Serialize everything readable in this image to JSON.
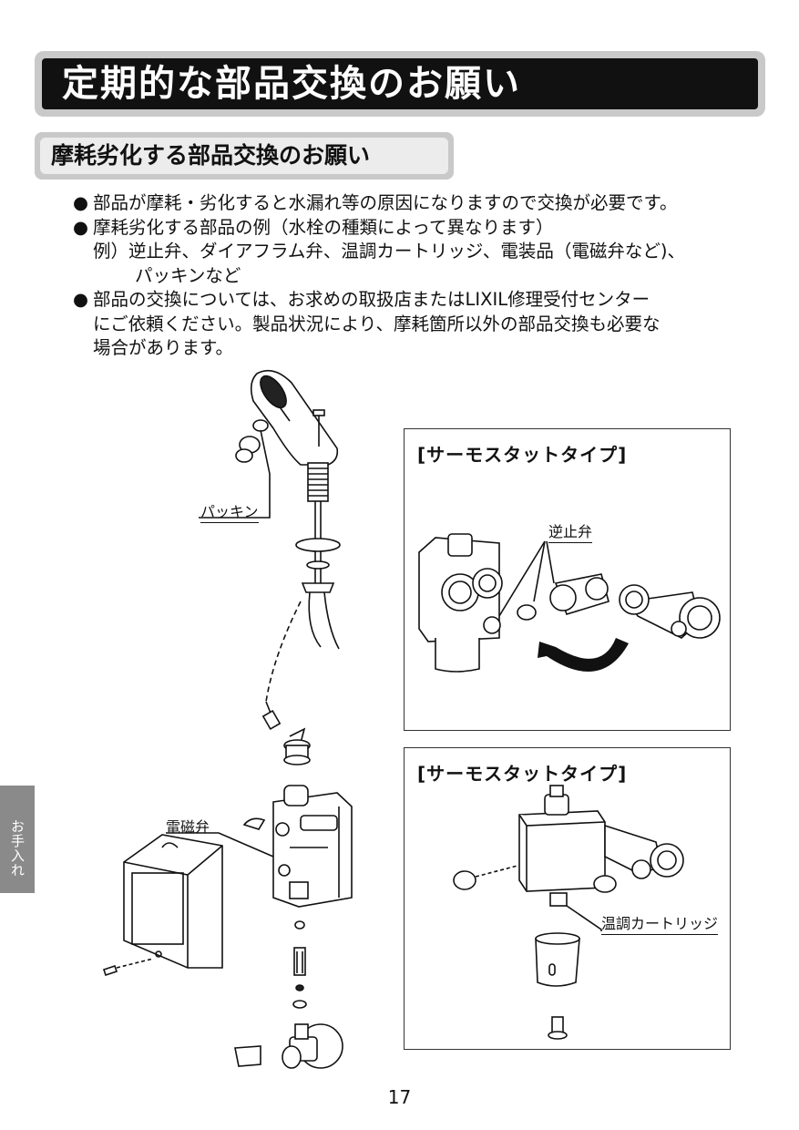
{
  "title": "定期的な部品交換のお願い",
  "subtitle": "摩耗劣化する部品交換のお願い",
  "paragraphs": {
    "p1": "部品が摩耗・劣化すると水漏れ等の原因になりますので交換が必要です。",
    "p2": "摩耗劣化する部品の例（水栓の種類によって異なります）",
    "p2_example_line1": "例）逆止弁、ダイアフラム弁、温調カートリッジ、電装品（電磁弁など)、",
    "p2_example_line2": "パッキンなど",
    "p3_line1": "部品の交換については、お求めの取扱店またはLIXIL修理受付センター",
    "p3_line2": "にご依頼ください。製品状況により、摩耗箇所以外の部品交換も必要な",
    "p3_line3": "場合があります。",
    "bullet": "●"
  },
  "side_tab": "お手入れ",
  "labels": {
    "packing": "パッキン",
    "solenoid_valve": "電磁弁",
    "check_valve": "逆止弁",
    "thermo_cartridge": "温調カートリッジ"
  },
  "boxes": {
    "box1_title": "[サーモスタットタイプ]",
    "box2_title": "[サーモスタットタイプ]"
  },
  "page_number": "17"
}
